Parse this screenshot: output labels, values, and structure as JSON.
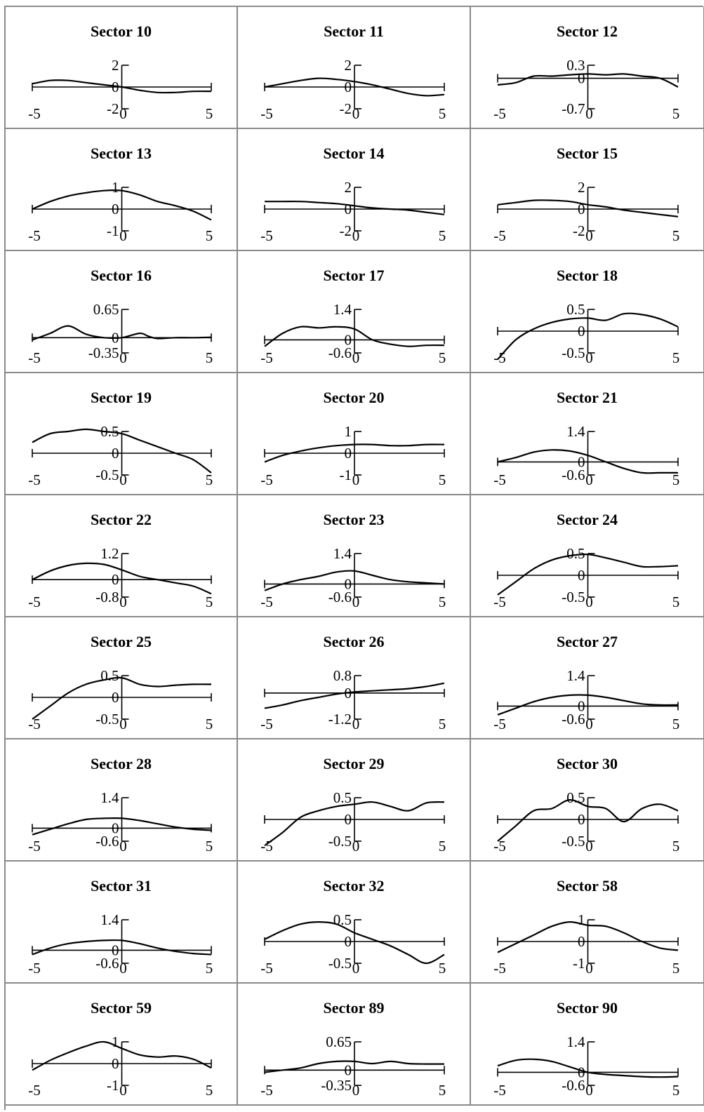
{
  "chart_data": [
    {
      "type": "line",
      "title": "Sector 10",
      "xlim": [
        -5,
        5
      ],
      "ylim": [
        -2,
        2
      ],
      "x_ticks": [
        "-5",
        "0",
        "5"
      ],
      "y_ticks": [
        "-2",
        "0",
        "2"
      ],
      "x": [
        -5,
        -4,
        -3,
        -2,
        -1,
        0,
        1,
        2,
        3,
        4,
        5
      ],
      "y": [
        0.3,
        0.6,
        0.6,
        0.4,
        0.2,
        0,
        -0.3,
        -0.5,
        -0.5,
        -0.4,
        -0.4
      ]
    },
    {
      "type": "line",
      "title": "Sector 11",
      "xlim": [
        -5,
        5
      ],
      "ylim": [
        -2,
        2
      ],
      "x_ticks": [
        "-5",
        "0",
        "5"
      ],
      "y_ticks": [
        "-2",
        "0",
        "2"
      ],
      "x": [
        -5,
        -4,
        -3,
        -2,
        -1,
        0,
        1,
        2,
        3,
        4,
        5
      ],
      "y": [
        0,
        0.3,
        0.6,
        0.8,
        0.7,
        0.5,
        0.2,
        -0.2,
        -0.6,
        -0.8,
        -0.7
      ]
    },
    {
      "type": "line",
      "title": "Sector 12",
      "xlim": [
        -5,
        5
      ],
      "ylim": [
        -0.7,
        0.3
      ],
      "x_ticks": [
        "-5",
        "0",
        "5"
      ],
      "y_ticks": [
        "-0.7",
        "0",
        "0.3"
      ],
      "x": [
        -5,
        -4,
        -3,
        -2,
        -1,
        0,
        1,
        2,
        3,
        4,
        5
      ],
      "y": [
        -0.15,
        -0.1,
        0.05,
        0.05,
        0.08,
        0.1,
        0.08,
        0.1,
        0.05,
        0,
        -0.2
      ]
    },
    {
      "type": "line",
      "title": "Sector 13",
      "xlim": [
        -5,
        5
      ],
      "ylim": [
        -1,
        1
      ],
      "x_ticks": [
        "-5",
        "0",
        "5"
      ],
      "y_ticks": [
        "-1",
        "0",
        "1"
      ],
      "x": [
        -5,
        -4,
        -3,
        -2,
        -1,
        0,
        1,
        2,
        3,
        4,
        5
      ],
      "y": [
        0,
        0.35,
        0.6,
        0.75,
        0.85,
        0.85,
        0.65,
        0.35,
        0.15,
        -0.1,
        -0.5
      ]
    },
    {
      "type": "line",
      "title": "Sector 14",
      "xlim": [
        -5,
        5
      ],
      "ylim": [
        -2,
        2
      ],
      "x_ticks": [
        "-5",
        "0",
        "5"
      ],
      "y_ticks": [
        "-2",
        "0",
        "2"
      ],
      "x": [
        -5,
        -4,
        -3,
        -2,
        -1,
        0,
        1,
        2,
        3,
        4,
        5
      ],
      "y": [
        0.7,
        0.7,
        0.7,
        0.6,
        0.5,
        0.3,
        0.1,
        0,
        -0.1,
        -0.3,
        -0.5
      ]
    },
    {
      "type": "line",
      "title": "Sector 15",
      "xlim": [
        -5,
        5
      ],
      "ylim": [
        -2,
        2
      ],
      "x_ticks": [
        "-5",
        "0",
        "5"
      ],
      "y_ticks": [
        "-2",
        "0",
        "2"
      ],
      "x": [
        -5,
        -4,
        -3,
        -2,
        -1,
        0,
        1,
        2,
        3,
        4,
        5
      ],
      "y": [
        0.4,
        0.6,
        0.8,
        0.8,
        0.7,
        0.4,
        0.2,
        -0.1,
        -0.3,
        -0.5,
        -0.7
      ]
    },
    {
      "type": "line",
      "title": "Sector 16",
      "xlim": [
        -5,
        5
      ],
      "ylim": [
        -0.35,
        0.65
      ],
      "x_ticks": [
        "-5",
        "0",
        "5"
      ],
      "y_ticks": [
        "-0.35",
        "0",
        "0.65"
      ],
      "x": [
        -5,
        -4,
        -3,
        -2,
        -1,
        0,
        1,
        1.5,
        2,
        3,
        4,
        5
      ],
      "y": [
        -0.05,
        0.1,
        0.27,
        0.08,
        0.0,
        0.0,
        0.1,
        0.03,
        -0.02,
        0.0,
        0.0,
        0.01
      ]
    },
    {
      "type": "line",
      "title": "Sector 17",
      "xlim": [
        -5,
        5
      ],
      "ylim": [
        -0.6,
        1.4
      ],
      "x_ticks": [
        "-5",
        "0",
        "5"
      ],
      "y_ticks": [
        "-0.6",
        "0",
        "1.4"
      ],
      "x": [
        -5,
        -4,
        -3,
        -2,
        -1,
        0,
        1,
        2,
        3,
        4,
        5
      ],
      "y": [
        -0.3,
        0.3,
        0.6,
        0.55,
        0.6,
        0.5,
        0.0,
        -0.2,
        -0.3,
        -0.25,
        -0.25
      ]
    },
    {
      "type": "line",
      "title": "Sector 18",
      "xlim": [
        -5,
        5
      ],
      "ylim": [
        -0.5,
        0.5
      ],
      "x_ticks": [
        "-5",
        "0",
        "5"
      ],
      "y_ticks": [
        "-0.5",
        "0",
        "0.5"
      ],
      "x": [
        -5,
        -4,
        -3,
        -2,
        -1,
        0,
        1,
        2,
        3,
        4,
        5
      ],
      "y": [
        -0.65,
        -0.2,
        0.05,
        0.2,
        0.28,
        0.3,
        0.25,
        0.4,
        0.38,
        0.28,
        0.1
      ]
    },
    {
      "type": "line",
      "title": "Sector 19",
      "xlim": [
        -5,
        5
      ],
      "ylim": [
        -0.5,
        0.5
      ],
      "x_ticks": [
        "-5",
        "0",
        "5"
      ],
      "y_ticks": [
        "-0.5",
        "0",
        "0.5"
      ],
      "x": [
        -5,
        -4,
        -3,
        -2,
        -1,
        0,
        1,
        2,
        3,
        4,
        5
      ],
      "y": [
        0.25,
        0.45,
        0.5,
        0.55,
        0.5,
        0.45,
        0.3,
        0.15,
        0.0,
        -0.15,
        -0.45
      ]
    },
    {
      "type": "line",
      "title": "Sector 20",
      "xlim": [
        -5,
        5
      ],
      "ylim": [
        -1,
        1
      ],
      "x_ticks": [
        "-5",
        "0",
        "5"
      ],
      "y_ticks": [
        "-1",
        "0",
        "1"
      ],
      "x": [
        -5,
        -4,
        -3,
        -2,
        -1,
        0,
        1,
        2,
        3,
        4,
        5
      ],
      "y": [
        -0.4,
        -0.1,
        0.1,
        0.25,
        0.35,
        0.4,
        0.4,
        0.35,
        0.35,
        0.4,
        0.4
      ]
    },
    {
      "type": "line",
      "title": "Sector 21",
      "xlim": [
        -5,
        5
      ],
      "ylim": [
        -0.6,
        1.4
      ],
      "x_ticks": [
        "-5",
        "0",
        "5"
      ],
      "y_ticks": [
        "-0.6",
        "0",
        "1.4"
      ],
      "x": [
        -5,
        -4,
        -3,
        -2,
        -1,
        0,
        1,
        2,
        3,
        4,
        5
      ],
      "y": [
        0,
        0.2,
        0.45,
        0.55,
        0.5,
        0.3,
        0.0,
        -0.3,
        -0.5,
        -0.5,
        -0.5
      ]
    },
    {
      "type": "line",
      "title": "Sector 22",
      "xlim": [
        -5,
        5
      ],
      "ylim": [
        -0.8,
        1.2
      ],
      "x_ticks": [
        "-5",
        "0",
        "5"
      ],
      "y_ticks": [
        "-0.8",
        "0",
        "1.2"
      ],
      "x": [
        -5,
        -4,
        -3,
        -2,
        -1,
        0,
        1,
        2,
        3,
        4,
        5
      ],
      "y": [
        0,
        0.4,
        0.65,
        0.75,
        0.7,
        0.45,
        0.15,
        0,
        -0.15,
        -0.3,
        -0.65
      ]
    },
    {
      "type": "line",
      "title": "Sector 23",
      "xlim": [
        -5,
        5
      ],
      "ylim": [
        -0.6,
        1.4
      ],
      "x_ticks": [
        "-5",
        "0",
        "5"
      ],
      "y_ticks": [
        "-0.6",
        "0",
        "1.4"
      ],
      "x": [
        -5,
        -4,
        -3,
        -2,
        -1,
        0,
        1,
        2,
        3,
        4,
        5
      ],
      "y": [
        -0.3,
        0,
        0.2,
        0.35,
        0.55,
        0.6,
        0.4,
        0.2,
        0.1,
        0.05,
        0
      ]
    },
    {
      "type": "line",
      "title": "Sector 24",
      "xlim": [
        -5,
        5
      ],
      "ylim": [
        -0.5,
        0.5
      ],
      "x_ticks": [
        "-5",
        "0",
        "5"
      ],
      "y_ticks": [
        "-0.5",
        "0",
        "0.5"
      ],
      "x": [
        -5,
        -4,
        -3,
        -2,
        -1,
        0,
        1,
        2,
        3,
        4,
        5
      ],
      "y": [
        -0.45,
        -0.15,
        0.15,
        0.35,
        0.45,
        0.48,
        0.4,
        0.3,
        0.2,
        0.2,
        0.22
      ]
    },
    {
      "type": "line",
      "title": "Sector 25",
      "xlim": [
        -5,
        5
      ],
      "ylim": [
        -0.5,
        0.5
      ],
      "x_ticks": [
        "-5",
        "0",
        "5"
      ],
      "y_ticks": [
        "-0.5",
        "0",
        "0.5"
      ],
      "x": [
        -5,
        -4,
        -3,
        -2,
        -1,
        0,
        1,
        2,
        3,
        4,
        5
      ],
      "y": [
        -0.5,
        -0.2,
        0.1,
        0.3,
        0.4,
        0.45,
        0.3,
        0.25,
        0.28,
        0.3,
        0.3
      ]
    },
    {
      "type": "line",
      "title": "Sector 26",
      "xlim": [
        -5,
        5
      ],
      "ylim": [
        -1.2,
        0.8
      ],
      "x_ticks": [
        "-5",
        "0",
        "5"
      ],
      "y_ticks": [
        "-1.2",
        "0",
        "0.8"
      ],
      "x": [
        -5,
        -4,
        -3,
        -2,
        -1,
        0,
        1,
        2,
        3,
        4,
        5
      ],
      "y": [
        -0.7,
        -0.55,
        -0.35,
        -0.2,
        -0.05,
        0.05,
        0.1,
        0.15,
        0.2,
        0.3,
        0.45
      ]
    },
    {
      "type": "line",
      "title": "Sector 27",
      "xlim": [
        -5,
        5
      ],
      "ylim": [
        -0.6,
        1.4
      ],
      "x_ticks": [
        "-5",
        "0",
        "5"
      ],
      "y_ticks": [
        "-0.6",
        "0",
        "1.4"
      ],
      "x": [
        -5,
        -4,
        -3,
        -2,
        -1,
        0,
        1,
        2,
        3,
        4,
        5
      ],
      "y": [
        -0.4,
        -0.1,
        0.2,
        0.4,
        0.5,
        0.5,
        0.4,
        0.25,
        0.1,
        0.05,
        0.05
      ]
    },
    {
      "type": "line",
      "title": "Sector 28",
      "xlim": [
        -5,
        5
      ],
      "ylim": [
        -0.6,
        1.4
      ],
      "x_ticks": [
        "-5",
        "0",
        "5"
      ],
      "y_ticks": [
        "-0.6",
        "0",
        "1.4"
      ],
      "x": [
        -5,
        -4,
        -3,
        -2,
        -1,
        0,
        1,
        2,
        3,
        4,
        5
      ],
      "y": [
        -0.3,
        -0.05,
        0.2,
        0.4,
        0.45,
        0.45,
        0.35,
        0.2,
        0.05,
        -0.05,
        -0.1
      ]
    },
    {
      "type": "line",
      "title": "Sector 29",
      "xlim": [
        -5,
        5
      ],
      "ylim": [
        -0.5,
        0.5
      ],
      "x_ticks": [
        "-5",
        "0",
        "5"
      ],
      "y_ticks": [
        "-0.5",
        "0",
        "0.5"
      ],
      "x": [
        -5,
        -4,
        -3,
        -2,
        -1,
        0,
        1,
        2,
        3,
        4,
        5
      ],
      "y": [
        -0.6,
        -0.3,
        0.05,
        0.2,
        0.3,
        0.35,
        0.4,
        0.3,
        0.2,
        0.38,
        0.4
      ]
    },
    {
      "type": "line",
      "title": "Sector 30",
      "xlim": [
        -5,
        5
      ],
      "ylim": [
        -0.5,
        0.5
      ],
      "x_ticks": [
        "-5",
        "0",
        "5"
      ],
      "y_ticks": [
        "-0.5",
        "0",
        "0.5"
      ],
      "x": [
        -5,
        -4,
        -3,
        -2,
        -1,
        0,
        1,
        2,
        3,
        4,
        5
      ],
      "y": [
        -0.5,
        -0.15,
        0.2,
        0.25,
        0.45,
        0.3,
        0.25,
        -0.05,
        0.25,
        0.35,
        0.2
      ]
    },
    {
      "type": "line",
      "title": "Sector 31",
      "xlim": [
        -5,
        5
      ],
      "ylim": [
        -0.6,
        1.4
      ],
      "x_ticks": [
        "-5",
        "0",
        "5"
      ],
      "y_ticks": [
        "-0.6",
        "0",
        "1.4"
      ],
      "x": [
        -5,
        -4,
        -3,
        -2,
        -1,
        0,
        1,
        2,
        3,
        4,
        5
      ],
      "y": [
        -0.2,
        0.1,
        0.3,
        0.4,
        0.45,
        0.45,
        0.3,
        0.1,
        -0.05,
        -0.15,
        -0.2
      ]
    },
    {
      "type": "line",
      "title": "Sector 32",
      "xlim": [
        -5,
        5
      ],
      "ylim": [
        -0.5,
        0.5
      ],
      "x_ticks": [
        "-5",
        "0",
        "5"
      ],
      "y_ticks": [
        "-0.5",
        "0",
        "0.5"
      ],
      "x": [
        -5,
        -4,
        -3,
        -2,
        -1,
        0,
        1,
        2,
        3,
        4,
        5
      ],
      "y": [
        0.05,
        0.25,
        0.4,
        0.45,
        0.4,
        0.2,
        0.05,
        -0.1,
        -0.3,
        -0.5,
        -0.3
      ]
    },
    {
      "type": "line",
      "title": "Sector 58",
      "xlim": [
        -5,
        5
      ],
      "ylim": [
        -1,
        1
      ],
      "x_ticks": [
        "-5",
        "0",
        "5"
      ],
      "y_ticks": [
        "-1",
        "0",
        "1"
      ],
      "x": [
        -5,
        -4,
        -3,
        -2,
        -1,
        0,
        1,
        2,
        3,
        4,
        5
      ],
      "y": [
        -0.5,
        -0.1,
        0.3,
        0.7,
        0.9,
        0.75,
        0.7,
        0.4,
        0.0,
        -0.3,
        -0.4
      ]
    },
    {
      "type": "line",
      "title": "Sector 59",
      "xlim": [
        -5,
        5
      ],
      "ylim": [
        -1,
        1
      ],
      "x_ticks": [
        "-5",
        "0",
        "5"
      ],
      "y_ticks": [
        "-1",
        "0",
        "1"
      ],
      "x": [
        -5,
        -4,
        -3,
        -2,
        -1,
        0,
        1,
        2,
        3,
        4,
        5
      ],
      "y": [
        -0.3,
        0.15,
        0.5,
        0.8,
        1.0,
        0.7,
        0.4,
        0.3,
        0.35,
        0.2,
        -0.2
      ]
    },
    {
      "type": "line",
      "title": "Sector 89",
      "xlim": [
        -5,
        5
      ],
      "ylim": [
        -0.35,
        0.65
      ],
      "x_ticks": [
        "-5",
        "0",
        "5"
      ],
      "y_ticks": [
        "-0.35",
        "0",
        "0.65"
      ],
      "x": [
        -5,
        -4,
        -3,
        -2,
        -1,
        0,
        1,
        2,
        3,
        4,
        5
      ],
      "y": [
        -0.05,
        0,
        0.05,
        0.15,
        0.2,
        0.2,
        0.15,
        0.2,
        0.15,
        0.14,
        0.14
      ]
    },
    {
      "type": "line",
      "title": "Sector 90",
      "xlim": [
        -5,
        5
      ],
      "ylim": [
        -0.6,
        1.4
      ],
      "x_ticks": [
        "-5",
        "0",
        "5"
      ],
      "y_ticks": [
        "-0.6",
        "0",
        "1.4"
      ],
      "x": [
        -5,
        -4,
        -3,
        -2,
        -1,
        0,
        1,
        2,
        3,
        4,
        5
      ],
      "y": [
        0.3,
        0.55,
        0.6,
        0.5,
        0.25,
        0.0,
        -0.1,
        -0.15,
        -0.2,
        -0.22,
        -0.2
      ]
    }
  ]
}
